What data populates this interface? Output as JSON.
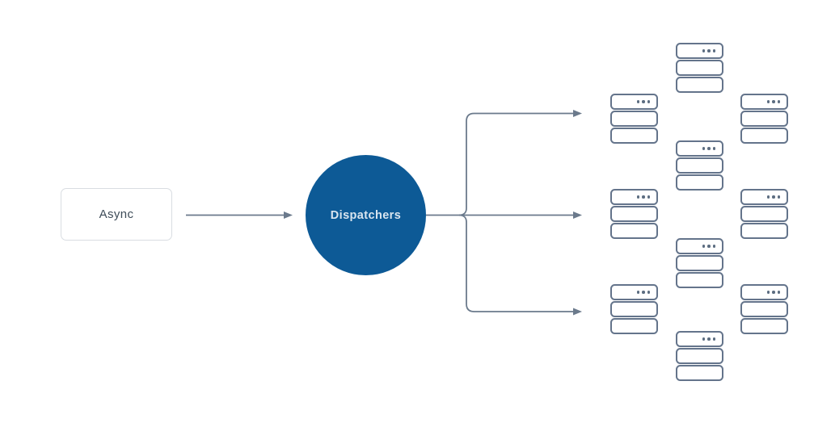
{
  "diagram": {
    "async_node": {
      "label": "Async"
    },
    "dispatchers_node": {
      "label": "Dispatchers"
    },
    "colors": {
      "background": "#ffffff",
      "dispatcher_fill": "#0d5a96",
      "dispatcher_text": "#d9e5ef",
      "async_text": "#3d4b58",
      "async_border": "#d9dde2",
      "connector_line": "#6b7a8c",
      "server_outline": "#64748b"
    },
    "connectors": {
      "async_to_dispatchers": "single right arrow",
      "fanout_branch_count": 3
    },
    "server_grid": {
      "icon": "server-stack-icon",
      "total_servers": 10,
      "columns": [
        {
          "name": "left",
          "count": 3
        },
        {
          "name": "middle",
          "count": 4
        },
        {
          "name": "right",
          "count": 3
        }
      ]
    }
  }
}
